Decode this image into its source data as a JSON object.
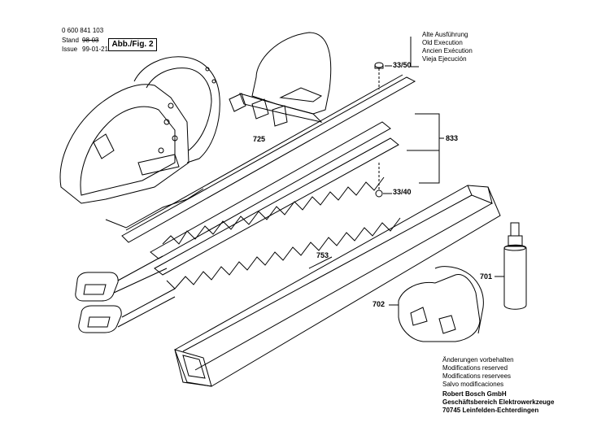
{
  "header": {
    "part_number": "0 600 841 103",
    "stand_label": "Stand",
    "stand_old": "98-03",
    "issue_label": "Issue",
    "issue_date": "99-01-21",
    "figure": "Abb./Fig. 2"
  },
  "legend": {
    "lines": [
      "Alte Ausführung",
      "Old Execution",
      "Ancien Exécution",
      "Vieja Ejecución"
    ]
  },
  "callouts": {
    "c3350": "33/50",
    "c3340": "33/40",
    "c833": "833",
    "c725": "725",
    "c753": "753",
    "c701": "701",
    "c702": "702"
  },
  "footer": {
    "lines": [
      "Änderungen vorbehalten",
      "Modifications reserved",
      "Modifications reservees",
      "Salvo modificaciones"
    ],
    "company": "Robert Bosch GmbH",
    "division": "Geschäftsbereich Elektrowerkzeuge",
    "address": "70745 Leinfelden-Echterdingen"
  }
}
